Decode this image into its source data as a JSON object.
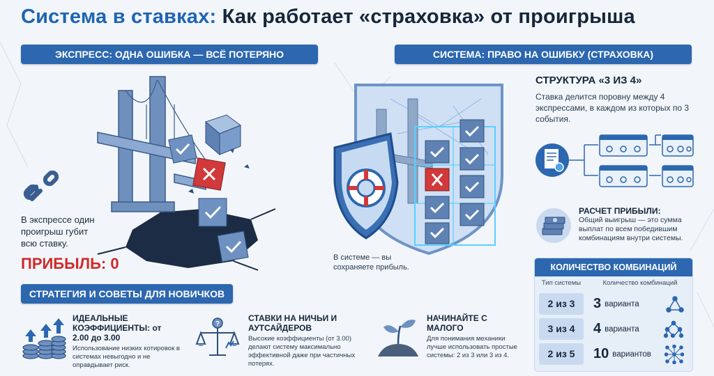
{
  "title": {
    "part1": "Система в ставках:",
    "part2": "Как работает «страховка» от проигрыша"
  },
  "express": {
    "header": "ЭКСПРЕСС: ОДНА ОШИБКА — ВСЁ ПОТЕРЯНО",
    "note": "В экспрессе один проигрыш губит всю ставку.",
    "profit": "ПРИБЫЛЬ: 0"
  },
  "system": {
    "header": "СИСТЕМА: ПРАВО НА ОШИБКУ (СТРАХОВКА)",
    "note": "В системе — вы сохраняете прибыль.",
    "structure_title": "СТРУКТУРА «3 ИЗ 4»",
    "structure_text": "Ставка делится поровну между 4 экспрессами, в каждом из которых по 3 события.",
    "calc_title": "РАСЧЕТ ПРИБЫЛИ:",
    "calc_text": "Общий выигрыш — это сумма выплат по всем победившим комбинациям внутри системы."
  },
  "table": {
    "header": "КОЛИЧЕСТВО КОМБИНАЦИЙ",
    "col1": "Тип системы",
    "col2": "Количество комбинаций",
    "rows": [
      {
        "system": "2 из 3",
        "count": "3",
        "word": "варианта"
      },
      {
        "system": "3 из 4",
        "count": "4",
        "word": "варианта"
      },
      {
        "system": "2 из 5",
        "count": "10",
        "word": "вариантов"
      }
    ]
  },
  "tips": {
    "header": "СТРАТЕГИЯ И СОВЕТЫ ДЛЯ НОВИЧКОВ",
    "items": [
      {
        "title": "ИДЕАЛЬНЫЕ КОЭФФИЦИЕНТЫ: от 2.00 до 3.00",
        "text": "Использование низких котировок в системах невыгодно и не оправдывает риск."
      },
      {
        "title": "СТАВКИ НА НИЧЬИ И АУТСАЙДЕРОВ",
        "text": "Высокие коэффициенты (от 3.00) делают систему максимально эффективной даже при частичных потерях."
      },
      {
        "title": "НАЧИНАЙТЕ С МАЛОГО",
        "text": "Для понимания механики лучше использовать простые системы: 2 из 3 или 3 из 4."
      }
    ]
  },
  "colors": {
    "accent": "#2c67b0",
    "title_blue": "#1e64b4",
    "loss_red": "#cf2a2a"
  }
}
